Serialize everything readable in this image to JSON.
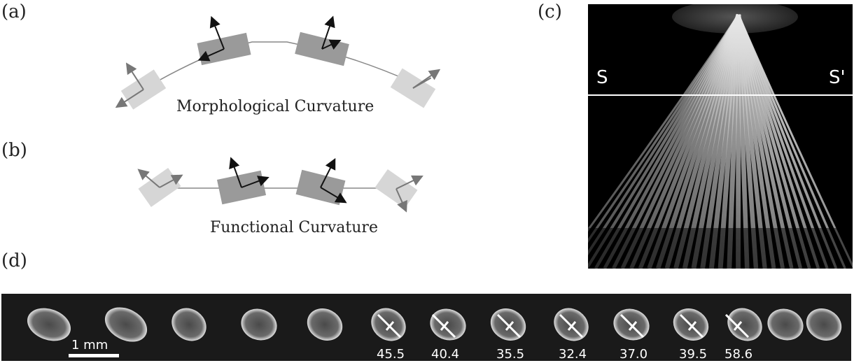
{
  "panels": {
    "a": {
      "label": "(a)",
      "caption": "Morphological Curvature"
    },
    "b": {
      "label": "(b)",
      "caption": "Functional Curvature"
    },
    "c": {
      "label": "(c)",
      "left_marker": "S",
      "right_marker": "S'"
    },
    "d": {
      "label": "(d)",
      "scale_bar": "1 mm",
      "angles": [
        "45.5",
        "40.4",
        "35.5",
        "32.4",
        "37.0",
        "39.5",
        "58.6"
      ]
    }
  },
  "colors": {
    "light_segment": "#d6d6d6",
    "dark_segment": "#9a9a9a",
    "axis_gray": "#777777",
    "axis_black": "#111111"
  }
}
